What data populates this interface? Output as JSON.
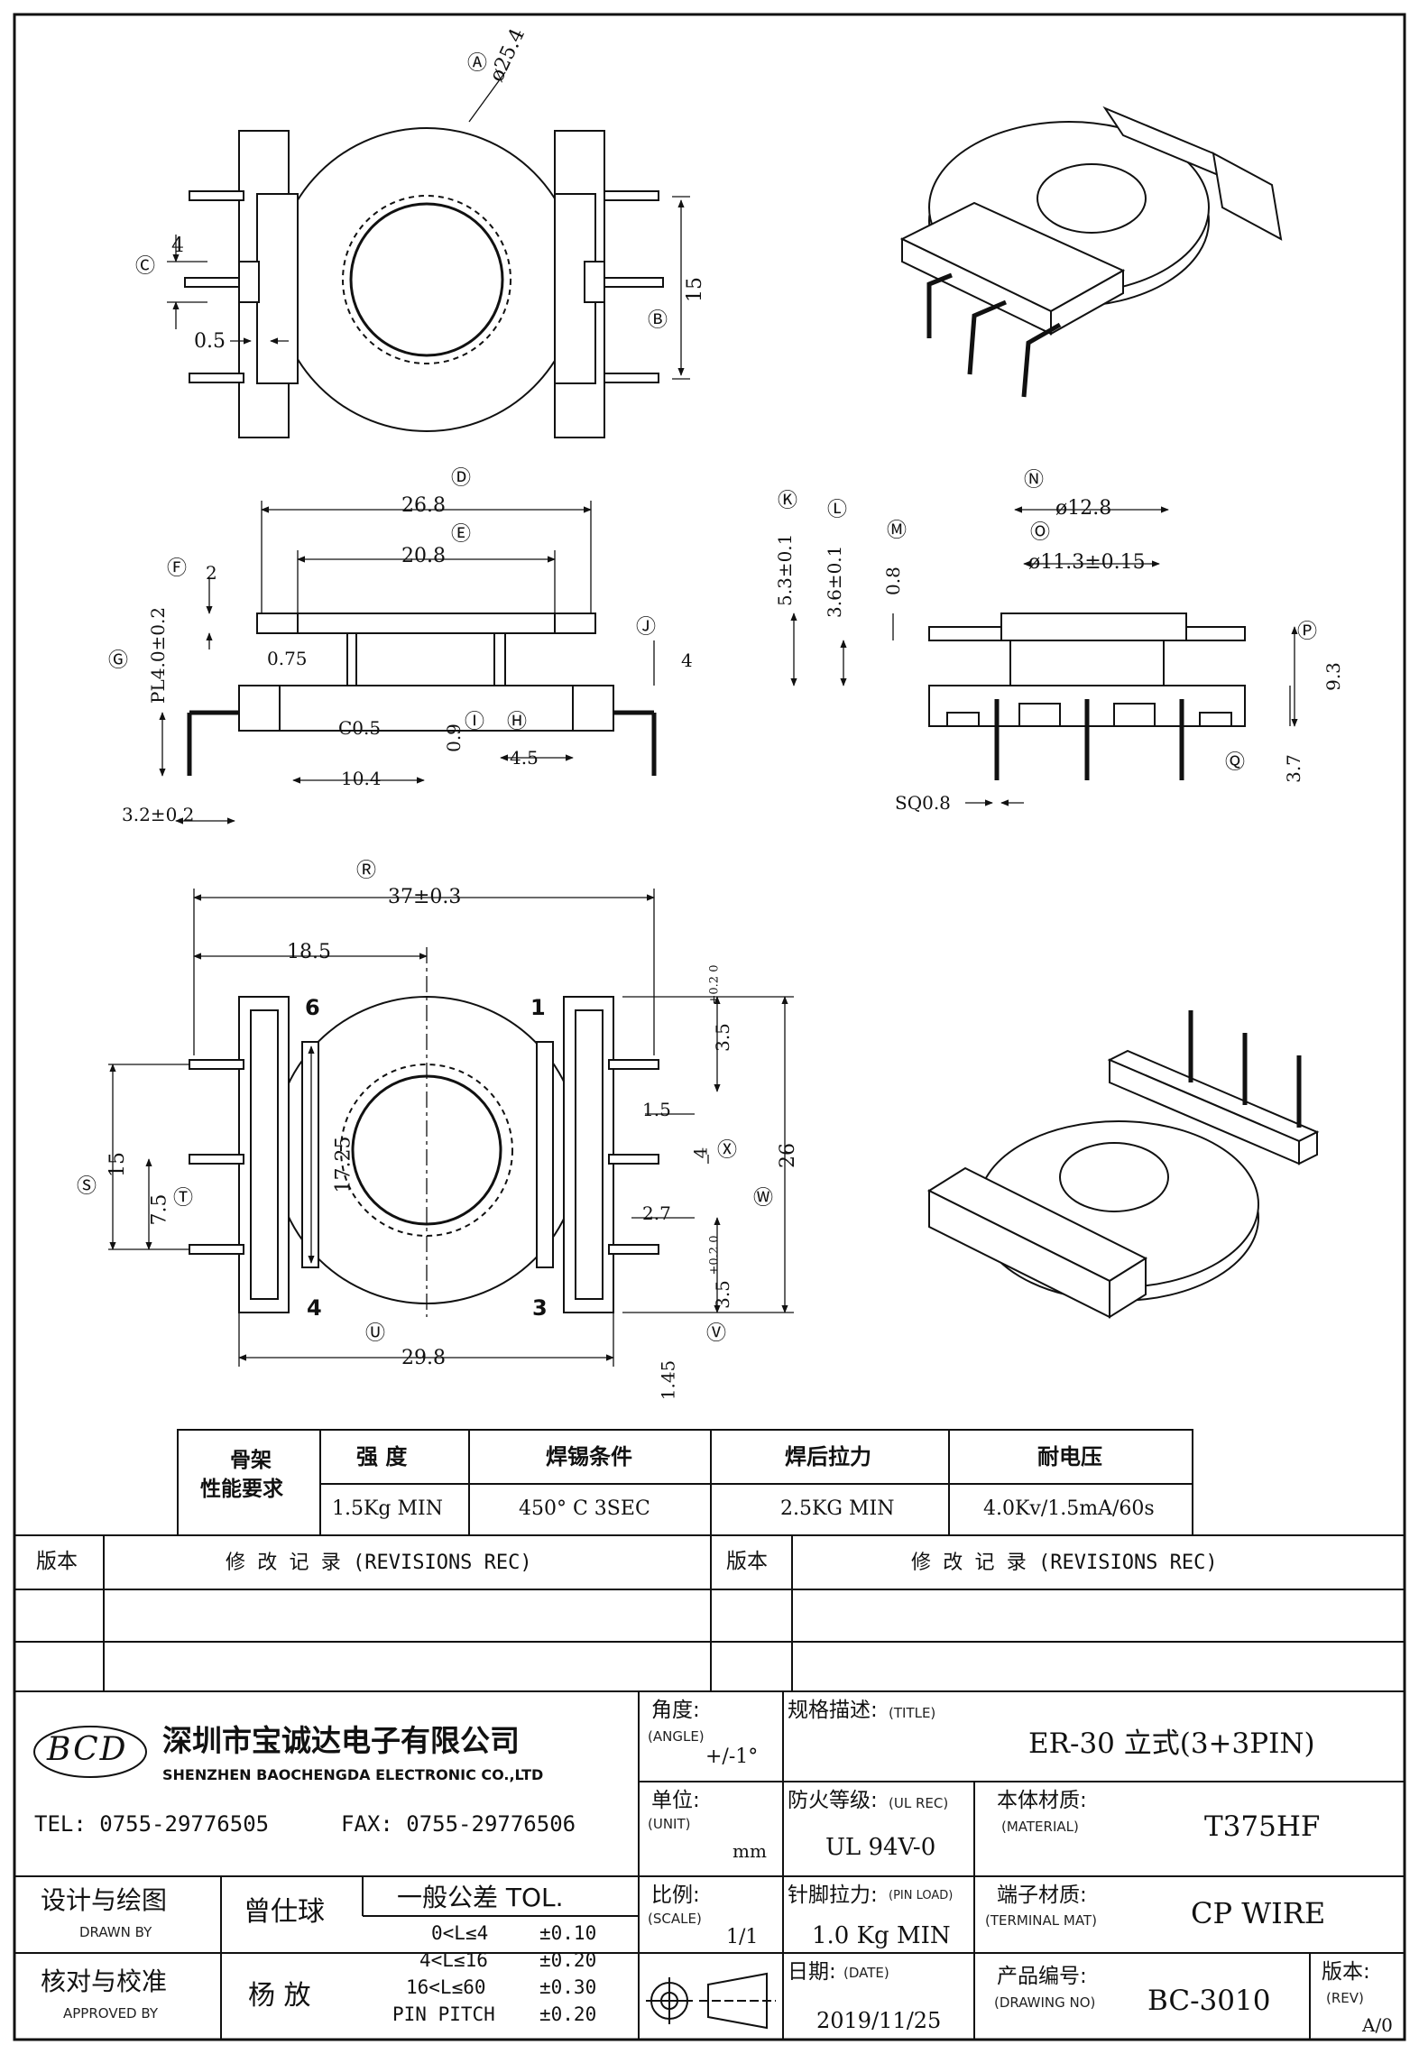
{
  "drawing": {
    "dims": {
      "A": "A",
      "dia_outer": "ø25.4",
      "B": "B",
      "pin_gap": "15",
      "C": "C",
      "pin_w": "4",
      "rib": "0.5",
      "D": "D",
      "w268": "26.8",
      "E": "E",
      "w208": "20.8",
      "F": "F",
      "h2": "2",
      "G": "G",
      "pl": "PL4.0±0.2",
      "H": "H",
      "w45": "4.5",
      "I": "I",
      "h09": "0.9",
      "J": "J",
      "w4": "4",
      "c05": "C0.5",
      "w075": "0.75",
      "w104": "10.4",
      "w32": "3.2±0.2",
      "K": "K",
      "h53": "5.3±0.1",
      "L": "L",
      "h36": "3.6±0.1",
      "M": "M",
      "h08": "0.8",
      "N": "N",
      "d128": "ø12.8",
      "O": "O",
      "d113": "ø11.3±0.15",
      "P": "P",
      "h93": "9.3",
      "Q": "Q",
      "h37": "3.7",
      "sq": "SQ0.8",
      "R": "R",
      "w37": "37±0.3",
      "w185": "18.5",
      "p6": "6",
      "p1": "1",
      "p4": "4",
      "p3": "3",
      "S": "S",
      "s15": "15",
      "T": "T",
      "t75": "7.5",
      "h1725": "17.25",
      "U": "U",
      "w298": "29.8",
      "V": "V",
      "v145": "1.45",
      "W": "W",
      "w26": "26",
      "X": "X",
      "x4": "4",
      "d35a": "3.5",
      "d35a_tol": "+0.2 0",
      "d15": "1.5",
      "d27": "2.7",
      "d35b": "3.5",
      "d35b_tol": "+0.2 0"
    }
  },
  "perf_table": {
    "title_line1": "骨架",
    "title_line2": "性能要求",
    "headers": [
      "强 度",
      "焊锡条件",
      "焊后拉力",
      "耐电压"
    ],
    "values": [
      "1.5Kg MIN",
      "450° C   3SEC",
      "2.5KG MIN",
      "4.0Kv/1.5mA/60s"
    ]
  },
  "revisions": {
    "ver_label": "版本",
    "rec_label": "修  改  记  录  (REVISIONS REC)"
  },
  "title_block": {
    "company_cn": "深圳市宝诚达电子有限公司",
    "company_en": "SHENZHEN BAOCHENGDA ELECTRONIC CO.,LTD",
    "logo_text": "BCD",
    "tel": "TEL: 0755-29776505",
    "fax": "FAX: 0755-29776506",
    "angle_label": "角度:",
    "angle_en": "(ANGLE)",
    "angle_value": "+/-1°",
    "title_label": "规格描述:",
    "title_en": "(TITLE)",
    "title_value": "ER-30 立式(3+3PIN)",
    "unit_label": "单位:",
    "unit_en": "(UNIT)",
    "unit_value": "mm",
    "ul_label": "防火等级:",
    "ul_en": "(UL REC)",
    "ul_value": "UL 94V-0",
    "material_label": "本体材质:",
    "material_en": "(MATERIAL)",
    "material_value": "T375HF",
    "drawn_label": "设计与绘图",
    "drawn_en": "DRAWN BY",
    "drawn_value": "曾仕球",
    "approved_label": "核对与校准",
    "approved_en": "APPROVED BY",
    "approved_value": "杨   放",
    "tol_title": "一般公差 TOL.",
    "tol_rows": [
      {
        "range": "0<L≤4",
        "tol": "±0.10"
      },
      {
        "range": "4<L≤16",
        "tol": "±0.20"
      },
      {
        "range": "16<L≤60",
        "tol": "±0.30"
      },
      {
        "range": "PIN PITCH",
        "tol": "±0.20"
      }
    ],
    "scale_label": "比例:",
    "scale_en": "(SCALE)",
    "scale_value": "1/1",
    "pinload_label": "针脚拉力:",
    "pinload_en": "(PIN LOAD)",
    "pinload_value": "1.0 Kg MIN",
    "terminal_label": "端子材质:",
    "terminal_en": "(TERMINAL MAT)",
    "terminal_value": "CP WIRE",
    "date_label": "日期:",
    "date_en": "(DATE)",
    "date_value": "2019/11/25",
    "dwg_label": "产品编号:",
    "dwg_en": "(DRAWING NO)",
    "dwg_value": "BC-3010",
    "rev_label": "版本:",
    "rev_en": "(REV)",
    "rev_value": "A/0"
  }
}
